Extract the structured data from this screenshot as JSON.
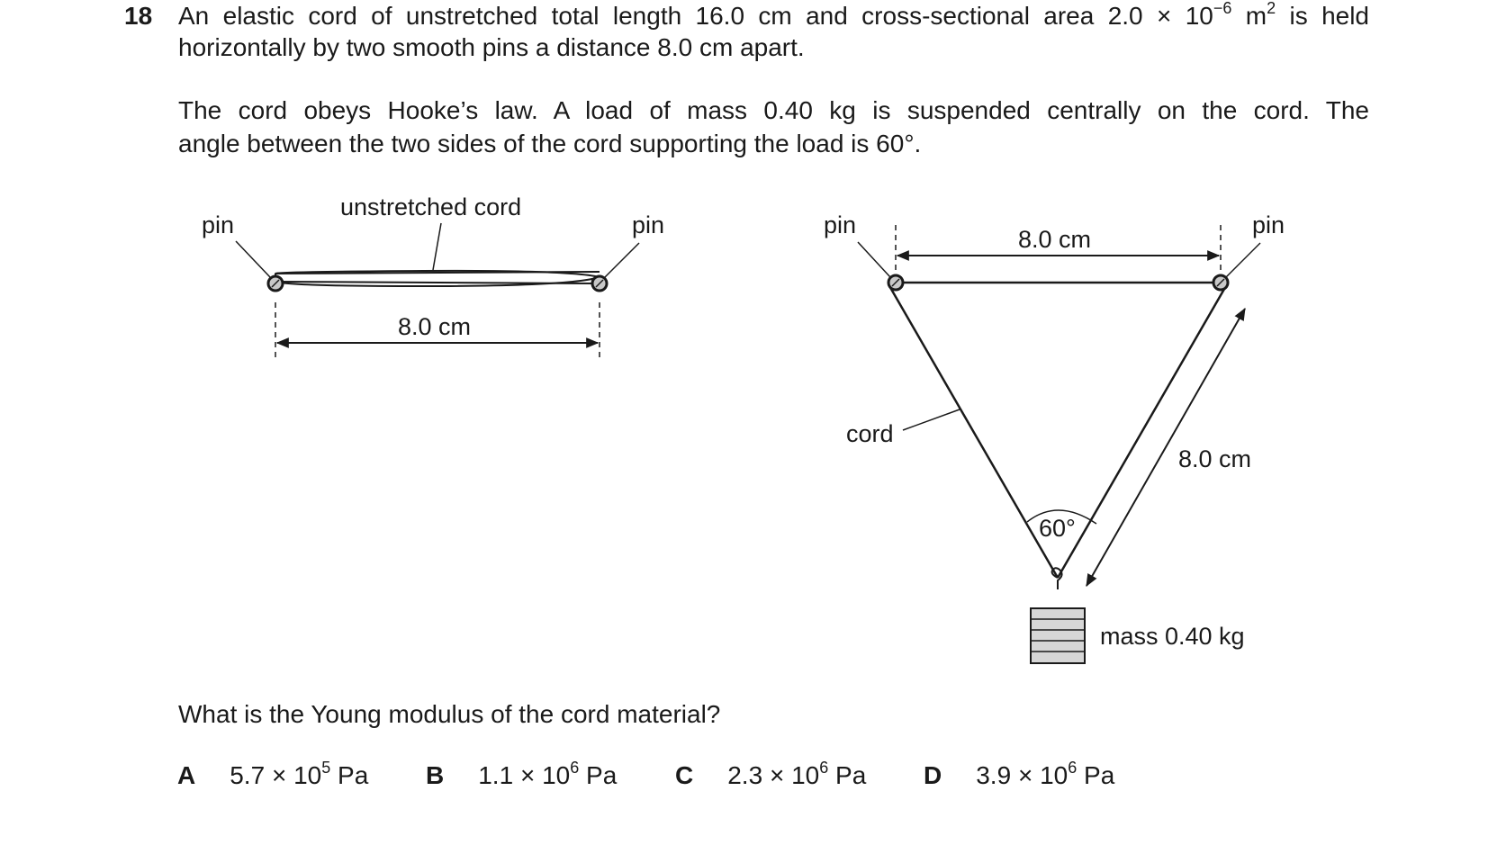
{
  "question": {
    "number": "18",
    "line1_a": "An elastic cord of unstretched total length 16.0 cm and cross-sectional area 2.0 × 10",
    "line1_exp": "−6",
    "line1_b": " m",
    "line1_exp2": "2",
    "line1_c": " is held",
    "line2": "horizontally by two smooth pins a distance 8.0 cm apart.",
    "line3": "The cord obeys Hooke’s law. A load of mass 0.40 kg is suspended centrally on the cord. The",
    "line4": "angle between the two sides of the cord supporting the load is 60°.",
    "prompt": "What is the Young modulus of the cord material?"
  },
  "diagram_left": {
    "label_pin_left": "pin",
    "label_pin_right": "pin",
    "label_cord": "unstretched cord",
    "label_distance": "8.0 cm"
  },
  "diagram_right": {
    "label_pin_left": "pin",
    "label_pin_right": "pin",
    "label_top_distance": "8.0 cm",
    "label_cord": "cord",
    "label_side_length": "8.0 cm",
    "label_angle": "60°",
    "label_mass": "mass 0.40 kg"
  },
  "options": [
    {
      "letter": "A",
      "mantissa": "5.7 × 10",
      "exp": "5",
      "unit": " Pa"
    },
    {
      "letter": "B",
      "mantissa": "1.1 × 10",
      "exp": "6",
      "unit": " Pa"
    },
    {
      "letter": "C",
      "mantissa": "2.3 × 10",
      "exp": "6",
      "unit": " Pa"
    },
    {
      "letter": "D",
      "mantissa": "3.9 × 10",
      "exp": "6",
      "unit": " Pa"
    }
  ]
}
